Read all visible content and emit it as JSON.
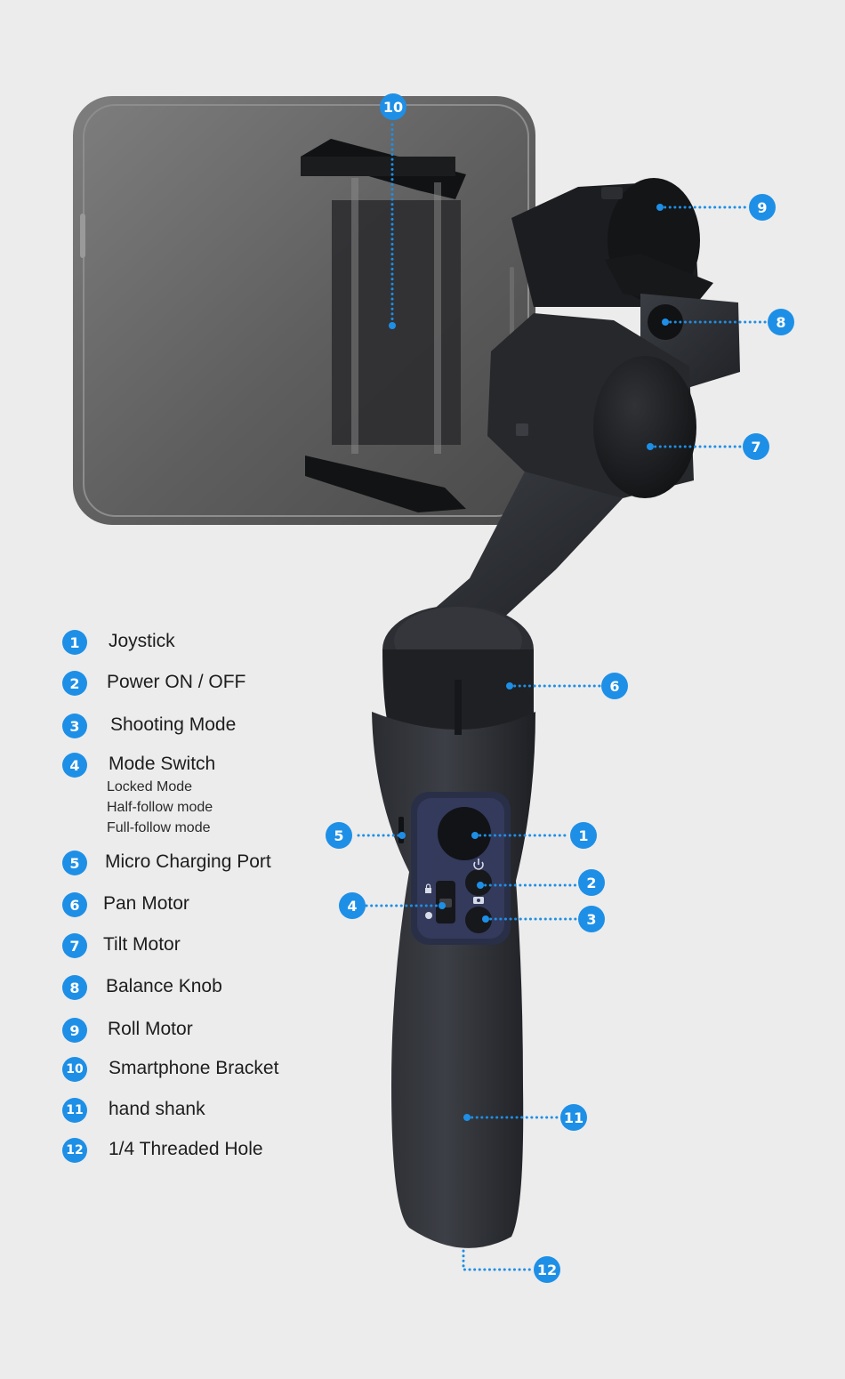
{
  "accent_color": "#1e8fe6",
  "legend": [
    {
      "num": "1",
      "label": "Joystick"
    },
    {
      "num": "2",
      "label": "Power ON / OFF"
    },
    {
      "num": "3",
      "label": "Shooting Mode"
    },
    {
      "num": "4",
      "label": "Mode Switch",
      "sub": [
        "Locked Mode",
        "Half-follow mode",
        "Full-follow mode"
      ]
    },
    {
      "num": "5",
      "label": "Micro Charging Port"
    },
    {
      "num": "6",
      "label": "Pan Motor"
    },
    {
      "num": "7",
      "label": "Tilt Motor"
    },
    {
      "num": "8",
      "label": "Balance Knob"
    },
    {
      "num": "9",
      "label": "Roll Motor"
    },
    {
      "num": "10",
      "label": "Smartphone Bracket"
    },
    {
      "num": "11",
      "label": "hand shank"
    },
    {
      "num": "12",
      "label": "1/4 Threaded Hole"
    }
  ],
  "callouts": [
    "10",
    "9",
    "8",
    "7",
    "6",
    "5",
    "1",
    "2",
    "4",
    "3",
    "11",
    "12"
  ],
  "icons": [
    "power-icon",
    "camera-icon",
    "lock-icon"
  ]
}
